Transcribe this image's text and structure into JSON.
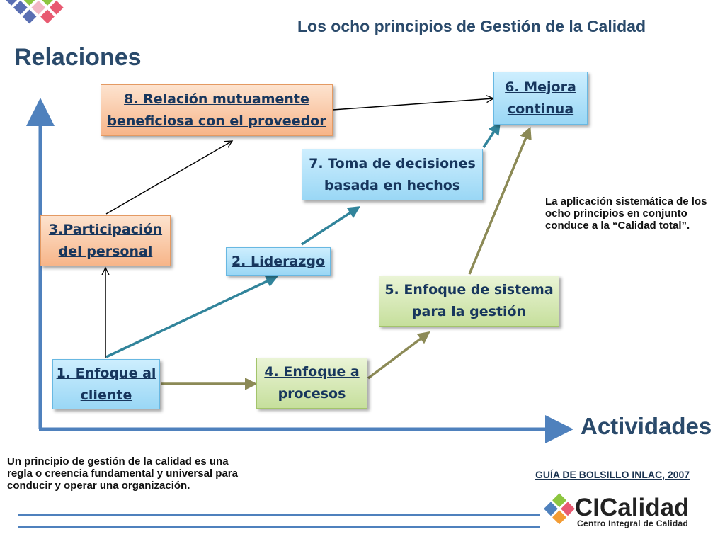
{
  "header": {
    "title": "Los ocho principios de Gestión de la Calidad"
  },
  "axes": {
    "y_label": "Relaciones",
    "x_label": "Actividades"
  },
  "principles": [
    {
      "label": "1. Enfoque al cliente"
    },
    {
      "label": "2. Liderazgo"
    },
    {
      "label": "3.Participación del personal"
    },
    {
      "label": "4. Enfoque a procesos"
    },
    {
      "label": "5. Enfoque de sistema para la gestión"
    },
    {
      "label": "6. Mejora continua"
    },
    {
      "label": "7. Toma de decisiones basada en hechos"
    },
    {
      "label": "8. Relación mutuamente beneficiosa con el proveedor"
    }
  ],
  "notes": {
    "total_quality": "La aplicación sistemática de los ocho principios en conjunto conduce a la “Calidad total”.",
    "definition": "Un principio de gestión de la calidad es una regla o creencia fundamental y universal para conducir y operar una organización."
  },
  "footer": {
    "source": "GUÍA DE BOLSILLO INLAC, 2007",
    "logo_name": "CICalidad",
    "logo_subtitle": "Centro Integral de Calidad"
  },
  "colors": {
    "axis": "#4f81bd",
    "title": "#2a4a6b",
    "arrow_teal": "#31849b",
    "arrow_olive": "#8c8a56",
    "arrow_black": "#000000"
  }
}
